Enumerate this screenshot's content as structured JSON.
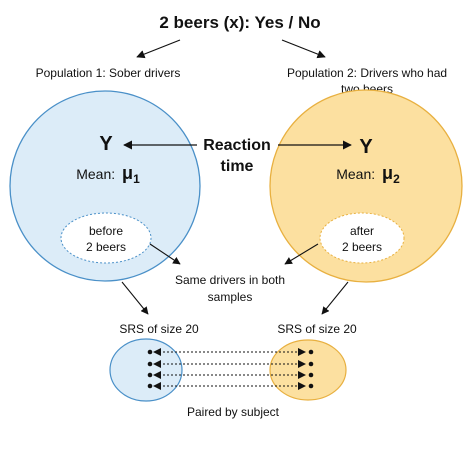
{
  "title": "2 beers (x): Yes / No",
  "population1": {
    "label": "Population 1: Sober drivers",
    "variable": "Y",
    "mean_prefix": "Mean:",
    "mean_symbol": "μ",
    "mean_sub": "1",
    "inner_line1": "before",
    "inner_line2": "2 beers"
  },
  "population2": {
    "label_line1": "Population 2: Drivers who had",
    "label_line2": "two beers",
    "variable": "Y",
    "mean_prefix": "Mean:",
    "mean_symbol": "μ",
    "mean_sub": "2",
    "inner_line1": "after",
    "inner_line2": "2 beers"
  },
  "response": {
    "line1": "Reaction",
    "line2": "time"
  },
  "same_drivers": {
    "line1": "Same drivers in both",
    "line2": "samples"
  },
  "sample1_label": "SRS of size 20",
  "sample2_label": "SRS of size 20",
  "pairing_label": "Paired by subject",
  "colors": {
    "pop1_fill": "#dcecf8",
    "pop1_stroke": "#4a90c8",
    "pop2_fill": "#fce0a0",
    "pop2_stroke": "#e8b040",
    "arrow": "#111111"
  }
}
